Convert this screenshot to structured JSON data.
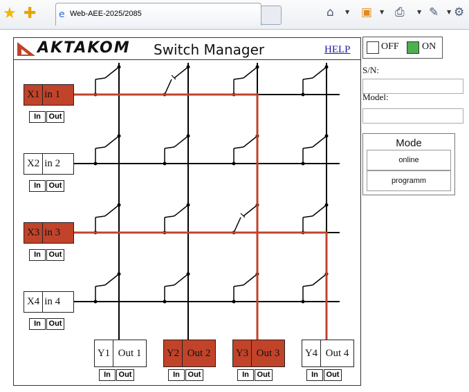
{
  "browser": {
    "tab_title": "Web-AEE-2025/2085",
    "icons": [
      "favorites-star-icon",
      "add-favorite-icon",
      "home-icon",
      "rss-feed-icon",
      "print-icon",
      "page-icon",
      "tools-gear-icon"
    ]
  },
  "header": {
    "logo": "AKTAKOM",
    "title": "Switch Manager",
    "help": "HELP"
  },
  "legend": {
    "off": "OFF",
    "on": "ON",
    "on_color": "#4caf50",
    "off_color": "#ffffff"
  },
  "fields": {
    "sn_label": "S/N:",
    "sn_value": "",
    "model_label": "Model:",
    "model_value": ""
  },
  "mode": {
    "title": "Mode",
    "buttons": [
      "online",
      "programm"
    ]
  },
  "colors": {
    "active": "#c0432a",
    "wire": "#000000",
    "route": "#c0432a"
  },
  "inputs": [
    {
      "id": "X1",
      "name": "in 1",
      "active": true,
      "in_label": "In",
      "out_label": "Out"
    },
    {
      "id": "X2",
      "name": "in 2",
      "active": false,
      "in_label": "In",
      "out_label": "Out"
    },
    {
      "id": "X3",
      "name": "in 3",
      "active": true,
      "in_label": "In",
      "out_label": "Out"
    },
    {
      "id": "X4",
      "name": "in 4",
      "active": false,
      "in_label": "In",
      "out_label": "Out"
    }
  ],
  "outputs": [
    {
      "id": "Y1",
      "name": "Out 1",
      "active": false,
      "in_label": "In",
      "out_label": "Out"
    },
    {
      "id": "Y2",
      "name": "Out 2",
      "active": true,
      "in_label": "In",
      "out_label": "Out"
    },
    {
      "id": "Y3",
      "name": "Out 3",
      "active": true,
      "in_label": "In",
      "out_label": "Out"
    },
    {
      "id": "Y4",
      "name": "Out 4",
      "active": false,
      "in_label": "In",
      "out_label": "Out"
    }
  ],
  "closed_switches": [
    {
      "input": 1,
      "output": 2
    },
    {
      "input": 3,
      "output": 3
    }
  ]
}
